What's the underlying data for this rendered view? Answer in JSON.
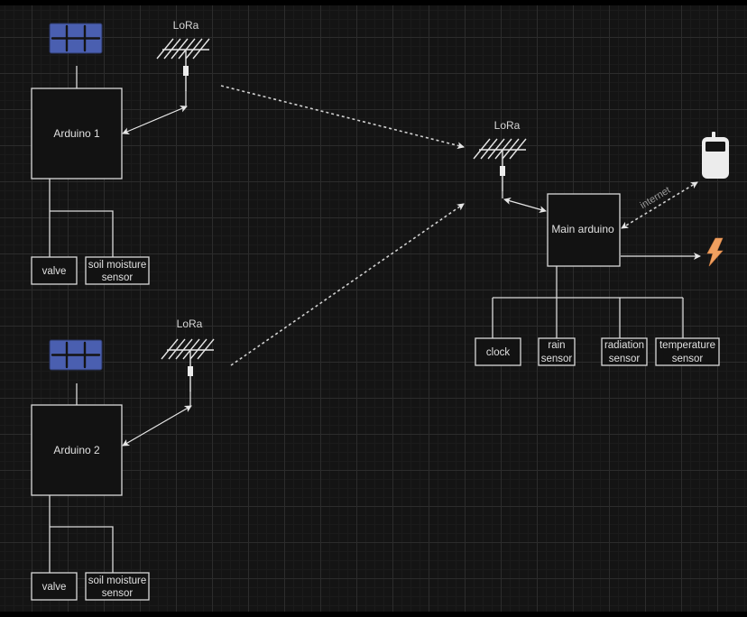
{
  "diagram": {
    "title": "LoRa irrigation sensor network",
    "colors": {
      "background": "#141414",
      "stroke": "#d9d9d9",
      "solar_panel": "#4a5fb0",
      "phone": "#ececec",
      "power": "#f0a060"
    },
    "nodes": {
      "arduino1": {
        "label": "Arduino 1"
      },
      "arduino2": {
        "label": "Arduino 2"
      },
      "main": {
        "label": "Main arduino"
      },
      "valve1": {
        "label": "valve"
      },
      "soil1": {
        "line1": "soil moisture",
        "line2": "sensor"
      },
      "valve2": {
        "label": "valve"
      },
      "soil2": {
        "line1": "soil moisture",
        "line2": "sensor"
      },
      "clock": {
        "label": "clock"
      },
      "rain": {
        "line1": "rain",
        "line2": "sensor"
      },
      "radiation": {
        "line1": "radiation",
        "line2": "sensor"
      },
      "temperature": {
        "line1": "temperature",
        "line2": "sensor"
      },
      "lora1": {
        "label": "LoRa"
      },
      "lora2": {
        "label": "LoRa"
      },
      "lora_main": {
        "label": "LoRa"
      },
      "solar1": {
        "icon": "solar-panel-icon"
      },
      "solar2": {
        "icon": "solar-panel-icon"
      },
      "phone": {
        "icon": "mobile-phone-icon"
      },
      "power": {
        "icon": "lightning-bolt-icon"
      }
    },
    "edges": {
      "internet": {
        "label": "internet"
      }
    }
  }
}
